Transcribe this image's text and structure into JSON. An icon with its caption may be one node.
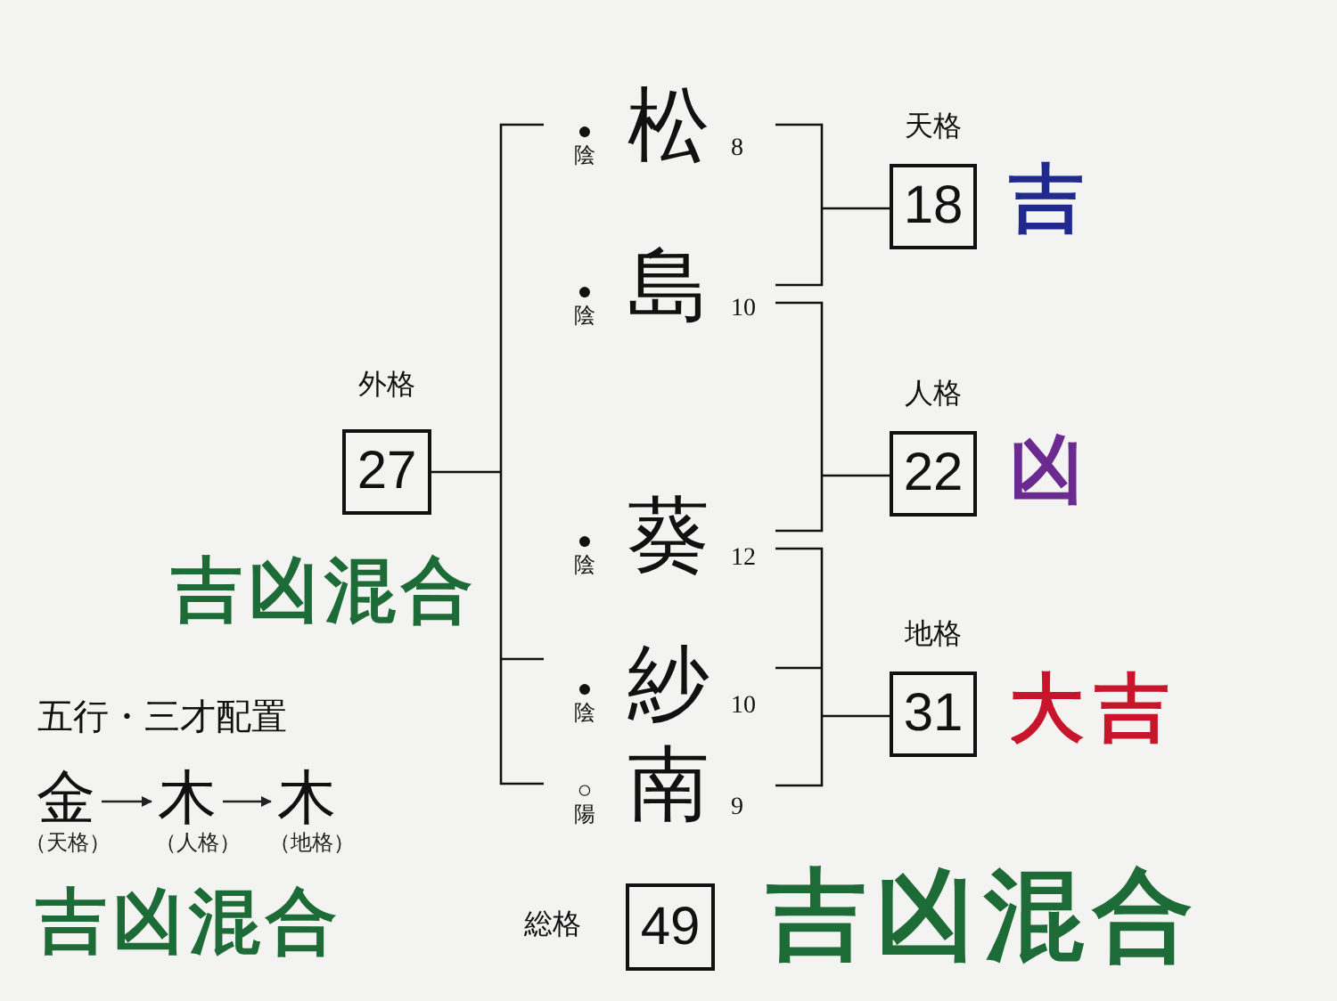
{
  "diagram": {
    "nodes": [
      {
        "text": [
          "天格",
          "18"
        ],
        "beside": [
          "吉"
        ]
      },
      {
        "text": [
          "外格",
          "27"
        ],
        "beside": [
          "吉凶混合"
        ]
      },
      {
        "text": [
          "人格",
          "22"
        ],
        "beside": [
          "凶"
        ]
      },
      {
        "text": [
          "地格",
          "31"
        ],
        "beside": [
          "大吉"
        ]
      },
      {
        "text": [
          "金"
        ],
        "beside": [
          "（天格）"
        ]
      },
      {
        "text": [
          "木"
        ],
        "beside": [
          "（人格）"
        ]
      },
      {
        "text": [
          "木"
        ],
        "beside": [
          "（地格）"
        ]
      },
      {
        "text": [
          "総格",
          "49"
        ],
        "beside": [
          "吉凶混合"
        ]
      }
    ],
    "edges": [
      {
        "from": 4,
        "to": 5,
        "arrow": "to"
      },
      {
        "from": 5,
        "to": 6,
        "arrow": "to"
      }
    ],
    "labels": [
      "●",
      "陰",
      "松",
      "8",
      "●",
      "陰",
      "島",
      "10",
      "●",
      "陰",
      "葵",
      "12",
      "●",
      "陰",
      "紗",
      "10",
      "○",
      "陽",
      "南",
      "9",
      "五行・三才配置",
      "吉凶混合"
    ]
  }
}
